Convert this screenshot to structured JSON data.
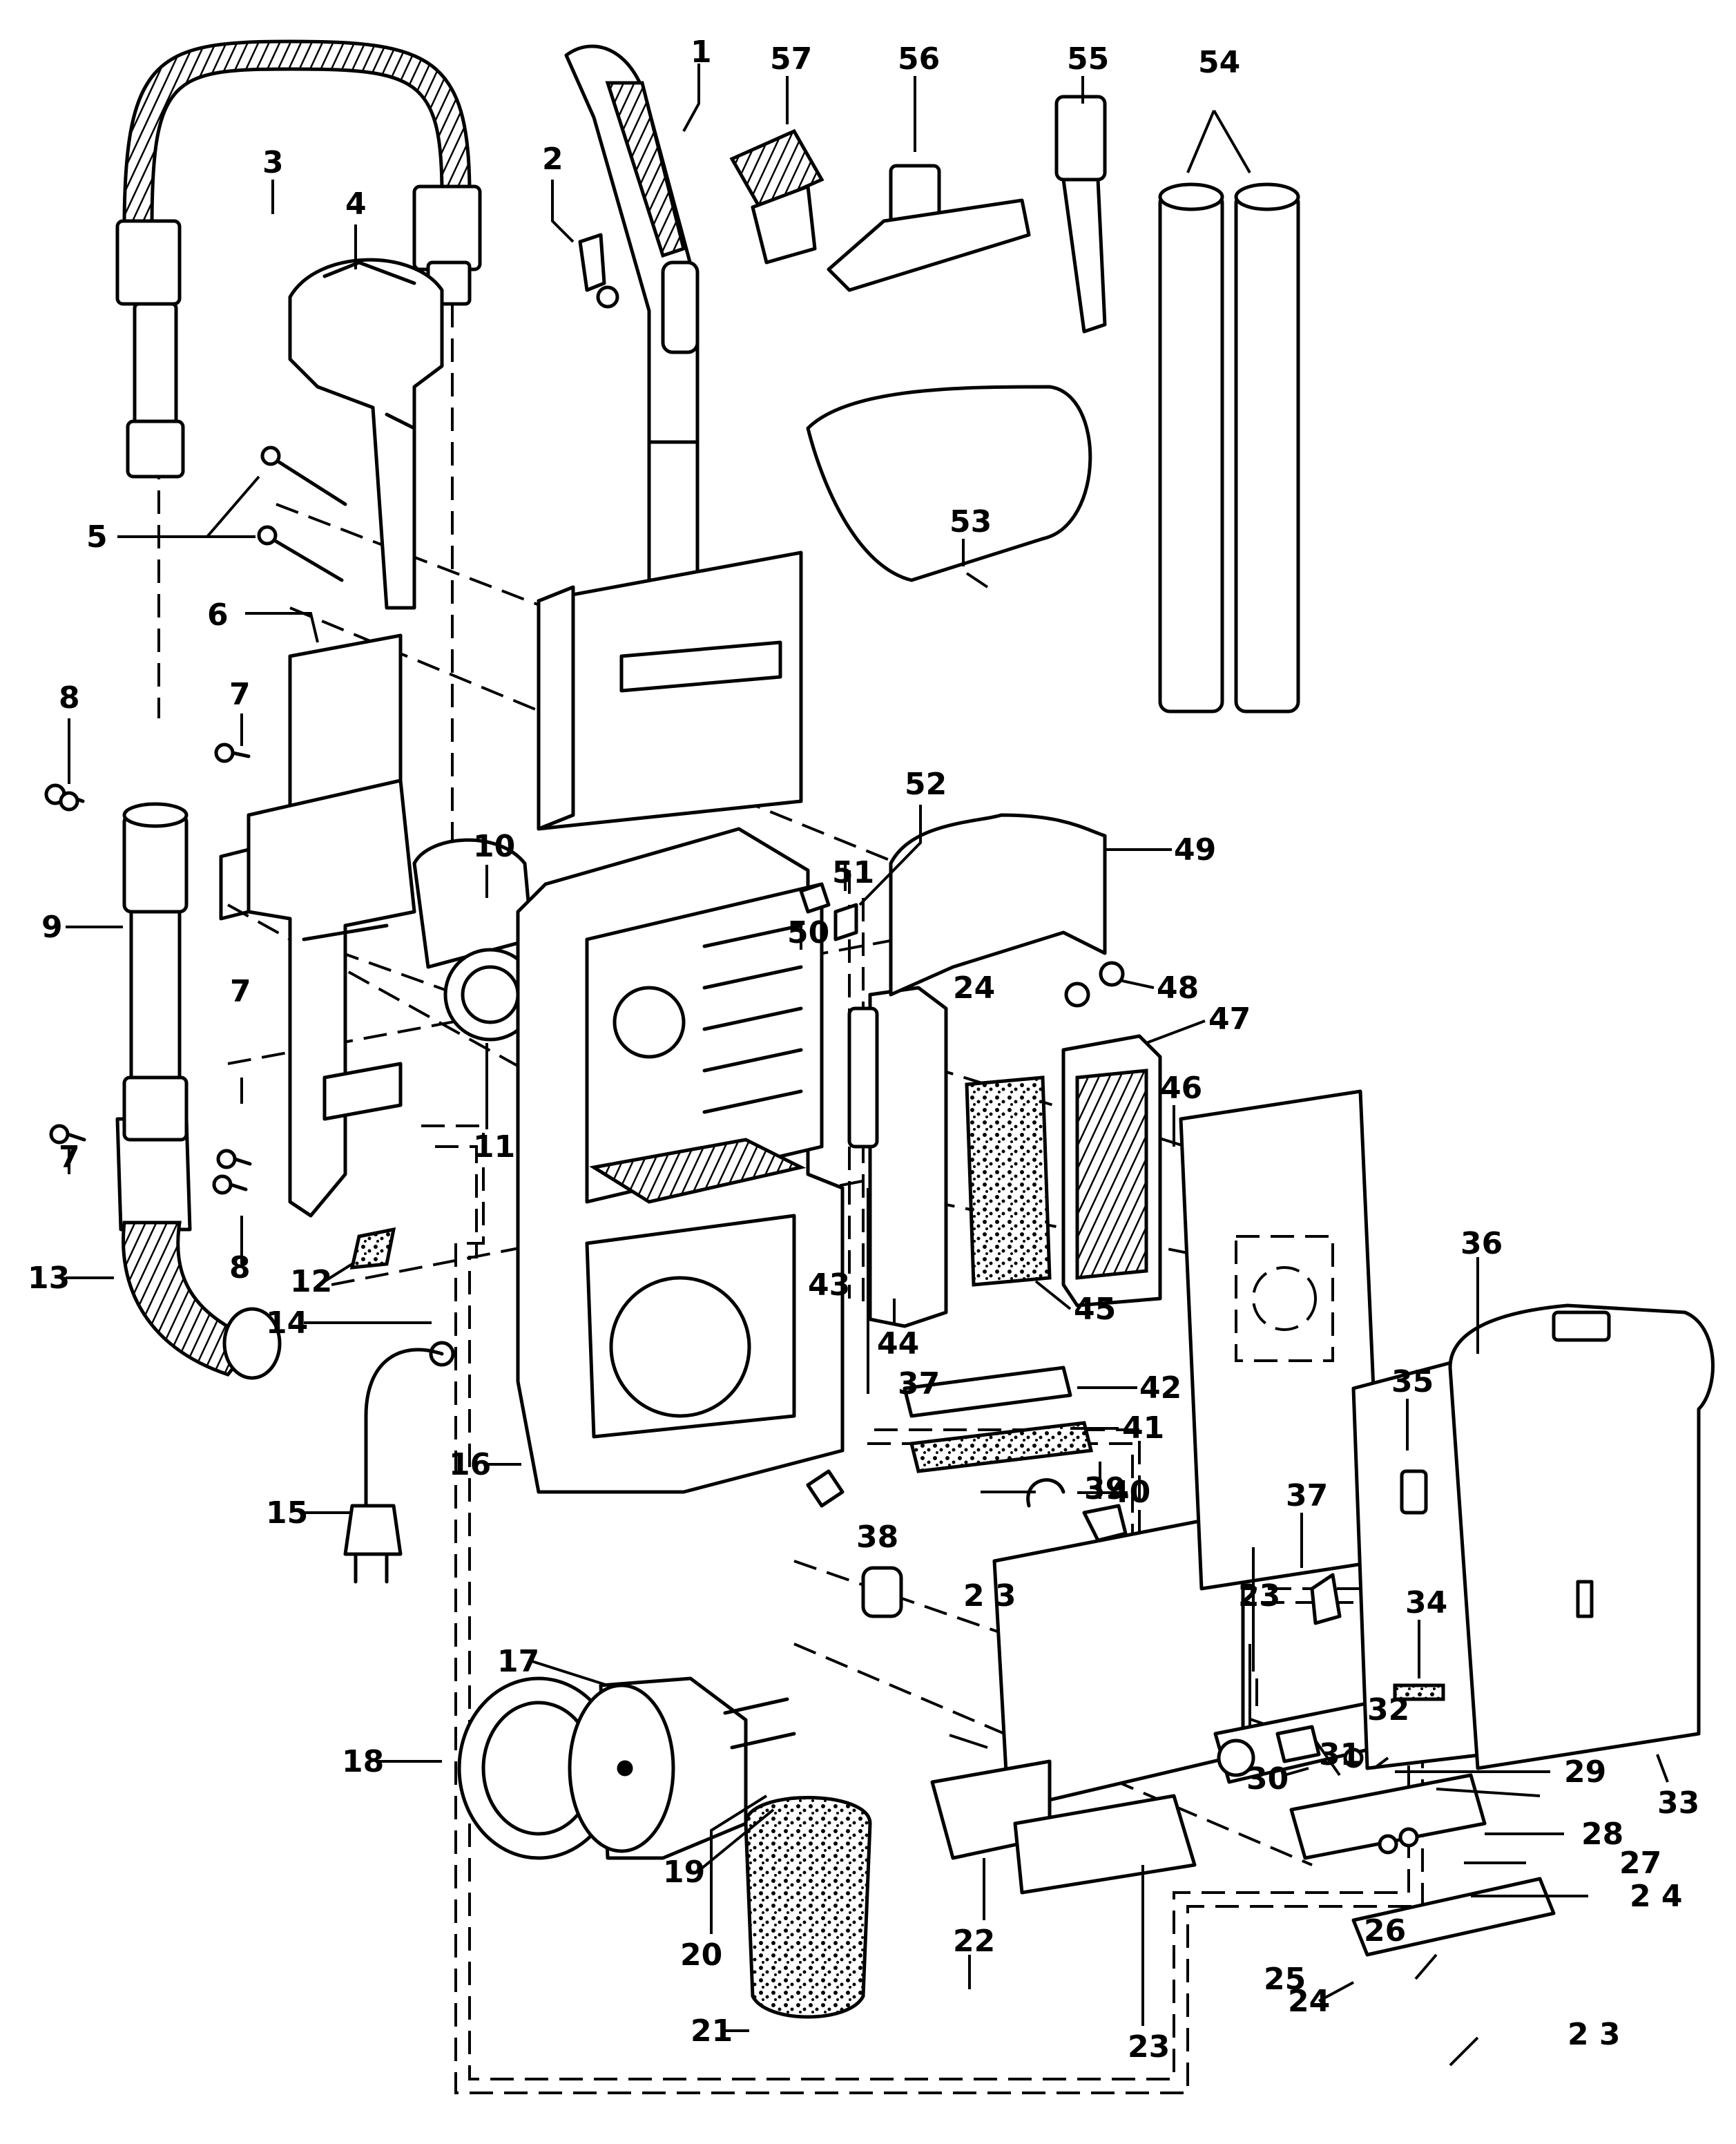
{
  "diagram": {
    "type": "exploded parts diagram",
    "subject": "upright vacuum cleaner",
    "callouts": [
      {
        "id": "c1",
        "label": "1"
      },
      {
        "id": "c2",
        "label": "2"
      },
      {
        "id": "c3",
        "label": "3"
      },
      {
        "id": "c4",
        "label": "4"
      },
      {
        "id": "c5",
        "label": "5"
      },
      {
        "id": "c6",
        "label": "6"
      },
      {
        "id": "c7a",
        "label": "7"
      },
      {
        "id": "c7b",
        "label": "7"
      },
      {
        "id": "c7c",
        "label": "7"
      },
      {
        "id": "c8a",
        "label": "8"
      },
      {
        "id": "c8b",
        "label": "8"
      },
      {
        "id": "c9",
        "label": "9"
      },
      {
        "id": "c10",
        "label": "10"
      },
      {
        "id": "c11",
        "label": "11"
      },
      {
        "id": "c12",
        "label": "12"
      },
      {
        "id": "c13",
        "label": "13"
      },
      {
        "id": "c14",
        "label": "14"
      },
      {
        "id": "c15",
        "label": "15"
      },
      {
        "id": "c16",
        "label": "16"
      },
      {
        "id": "c17",
        "label": "17"
      },
      {
        "id": "c18",
        "label": "18"
      },
      {
        "id": "c19",
        "label": "19"
      },
      {
        "id": "c20",
        "label": "20"
      },
      {
        "id": "c21",
        "label": "21"
      },
      {
        "id": "c22",
        "label": "22"
      },
      {
        "id": "c23a",
        "label": "2 3"
      },
      {
        "id": "c23b",
        "label": "23"
      },
      {
        "id": "c23c",
        "label": "23"
      },
      {
        "id": "c23d",
        "label": "2 3"
      },
      {
        "id": "c24a",
        "label": "24"
      },
      {
        "id": "c24b",
        "label": "2 4"
      },
      {
        "id": "c24c",
        "label": "24"
      },
      {
        "id": "c25",
        "label": "25"
      },
      {
        "id": "c26",
        "label": "26"
      },
      {
        "id": "c27",
        "label": "27"
      },
      {
        "id": "c28",
        "label": "28"
      },
      {
        "id": "c29",
        "label": "29"
      },
      {
        "id": "c30",
        "label": "30"
      },
      {
        "id": "c31",
        "label": "31"
      },
      {
        "id": "c32",
        "label": "32"
      },
      {
        "id": "c33",
        "label": "33"
      },
      {
        "id": "c34",
        "label": "34"
      },
      {
        "id": "c35",
        "label": "35"
      },
      {
        "id": "c36",
        "label": "36"
      },
      {
        "id": "c37a",
        "label": "37"
      },
      {
        "id": "c37b",
        "label": "37"
      },
      {
        "id": "c38",
        "label": "38"
      },
      {
        "id": "c39",
        "label": "39"
      },
      {
        "id": "c40",
        "label": "40"
      },
      {
        "id": "c41",
        "label": "41"
      },
      {
        "id": "c42",
        "label": "42"
      },
      {
        "id": "c43",
        "label": "43"
      },
      {
        "id": "c44",
        "label": "44"
      },
      {
        "id": "c45",
        "label": "45"
      },
      {
        "id": "c46",
        "label": "46"
      },
      {
        "id": "c47",
        "label": "47"
      },
      {
        "id": "c48",
        "label": "48"
      },
      {
        "id": "c49",
        "label": "49"
      },
      {
        "id": "c50",
        "label": "50"
      },
      {
        "id": "c51",
        "label": "51"
      },
      {
        "id": "c52",
        "label": "52"
      },
      {
        "id": "c53",
        "label": "53"
      },
      {
        "id": "c54",
        "label": "54"
      },
      {
        "id": "c55",
        "label": "55"
      },
      {
        "id": "c56",
        "label": "56"
      },
      {
        "id": "c57",
        "label": "57"
      }
    ]
  }
}
